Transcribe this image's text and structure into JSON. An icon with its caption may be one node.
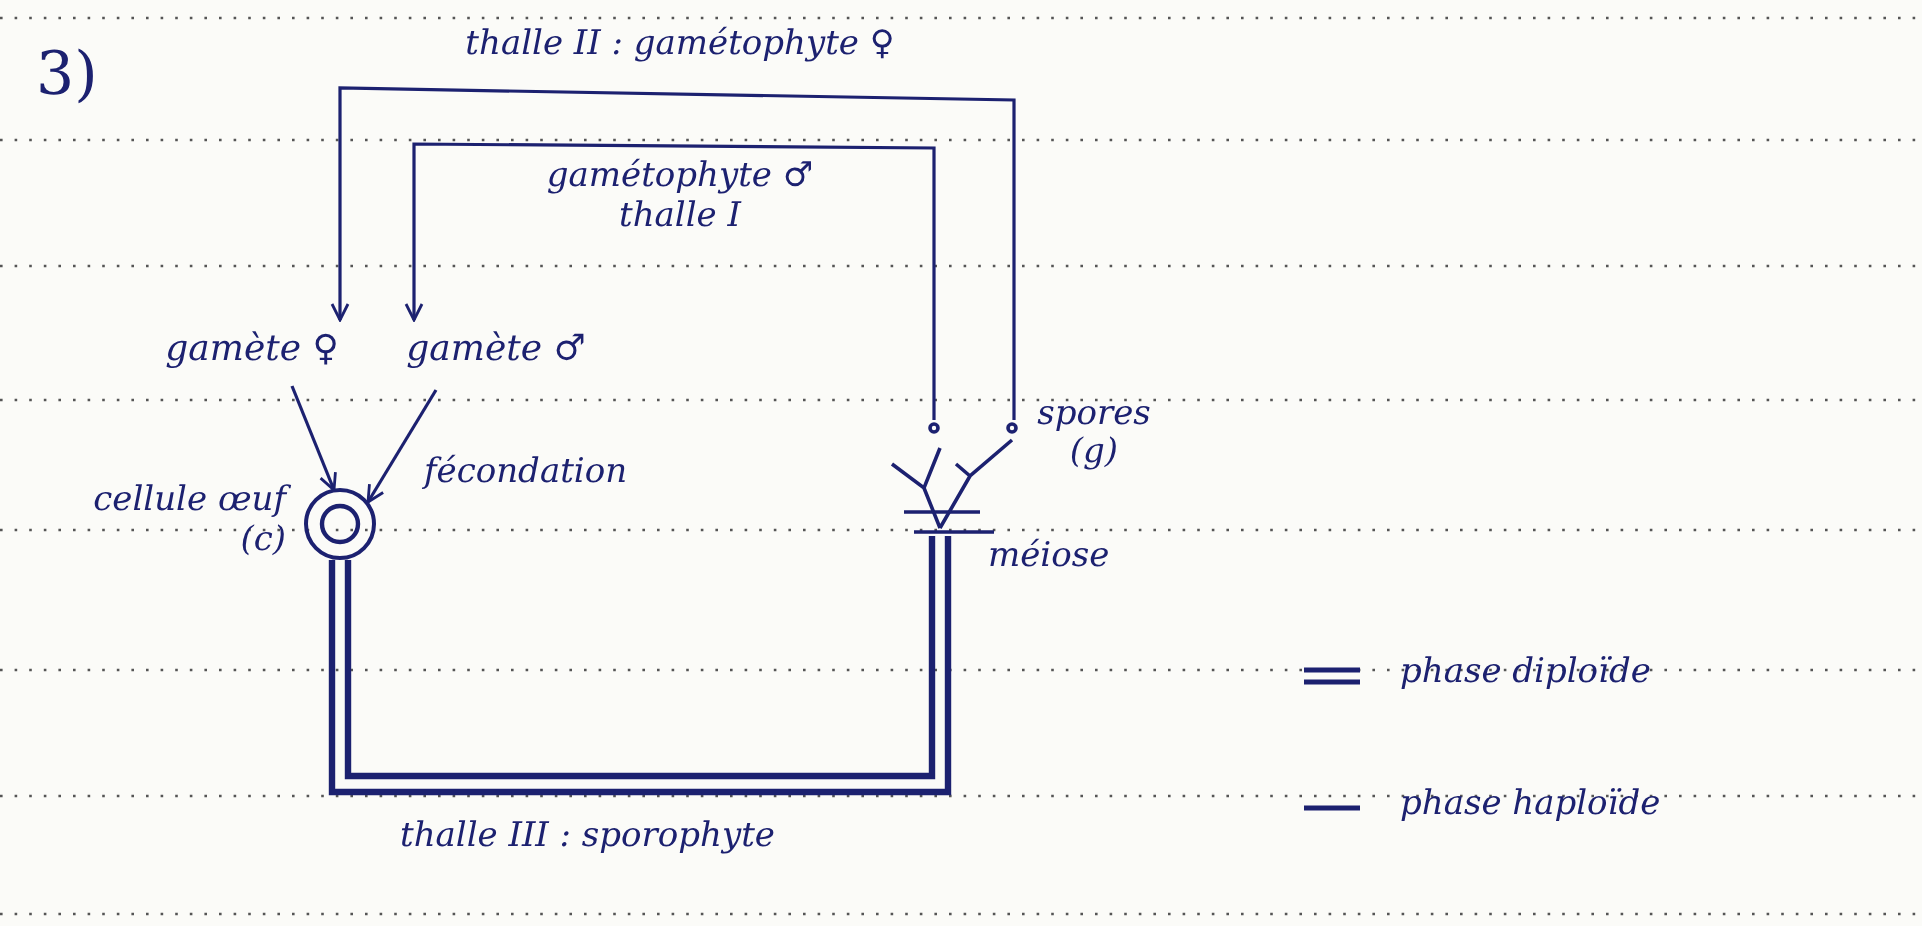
{
  "diagram": {
    "nodes": [
      {
        "text": [
          "gamète ♀"
        ]
      },
      {
        "text": [
          "gamète ♂"
        ]
      },
      {
        "text": [],
        "shape": "circle",
        "beside": [
          "cellule œuf (c)"
        ]
      },
      {
        "text": [],
        "shape": "picture",
        "beside": [
          "spores (g)",
          "méiose"
        ]
      }
    ],
    "edges": [
      {
        "from": 3,
        "to": 0,
        "arrow": "to",
        "label": "thalle II : gamétophyte ♀"
      },
      {
        "from": 3,
        "to": 1,
        "arrow": "to",
        "label": "gamétophyte ♂ thalle I"
      },
      {
        "from": 0,
        "to": 2,
        "arrow": "to"
      },
      {
        "from": 1,
        "to": 2,
        "arrow": "to"
      },
      {
        "from": 2,
        "to": 3,
        "arrow": "none",
        "style": "thick",
        "label": "thalle III : sporophyte"
      }
    ],
    "labels": [
      "3)",
      "fécondation"
    ],
    "legend": [
      {
        "text": "phase diploïde"
      },
      {
        "text": "phase haploïde"
      }
    ]
  }
}
